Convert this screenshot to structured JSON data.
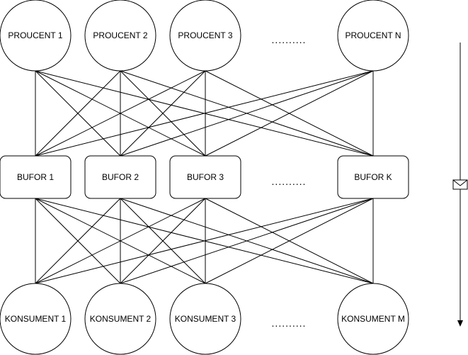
{
  "producers": [
    {
      "label": "PROUCENT 1"
    },
    {
      "label": "PROUCENT 2"
    },
    {
      "label": "PROUCENT 3"
    },
    {
      "label": "PROUCENT N"
    }
  ],
  "buffers": [
    {
      "label": "BUFOR 1"
    },
    {
      "label": "BUFOR 2"
    },
    {
      "label": "BUFOR 3"
    },
    {
      "label": "BUFOR K"
    }
  ],
  "consumers": [
    {
      "label": "KONSUMENT 1"
    },
    {
      "label": "KONSUMENT 2"
    },
    {
      "label": "KONSUMENT 3"
    },
    {
      "label": "KONSUMENT M"
    }
  ],
  "ellipsis": "..........",
  "flow_icon": "envelope-icon",
  "colors": {
    "stroke": "#000000",
    "fill": "#ffffff"
  }
}
